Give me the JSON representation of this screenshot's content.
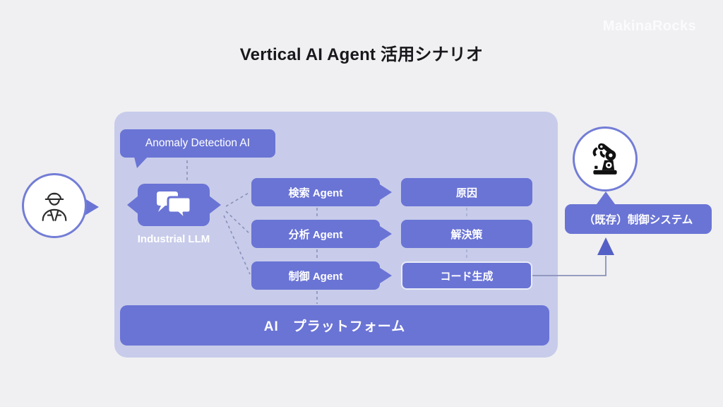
{
  "brand": {
    "logo_text": "MakinaRocks"
  },
  "header": {
    "title": "Vertical AI Agent 活用シナリオ"
  },
  "colors": {
    "background": "#f0f0f2",
    "panel": "#c8ccea",
    "accent": "#6a74d5",
    "connector": "#8a90ba",
    "arrowhead": "#5560c6",
    "box_text": "#ffffff",
    "title_text": "#18181c"
  },
  "diagram": {
    "anomaly_badge": "Anomaly Detection AI",
    "llm": {
      "label": "Industrial LLM",
      "icon": "chat-bubbles-icon"
    },
    "user": {
      "icon": "worker-icon"
    },
    "robot": {
      "icon": "robot-arm-icon"
    },
    "agents": [
      {
        "label": "検索 Agent",
        "result": "原因"
      },
      {
        "label": "分析 Agent",
        "result": "解決策"
      },
      {
        "label": "制御 Agent",
        "result": "コード生成"
      }
    ],
    "platform": "AI　プラットフォーム",
    "external_system": "（既存）制御システム"
  }
}
